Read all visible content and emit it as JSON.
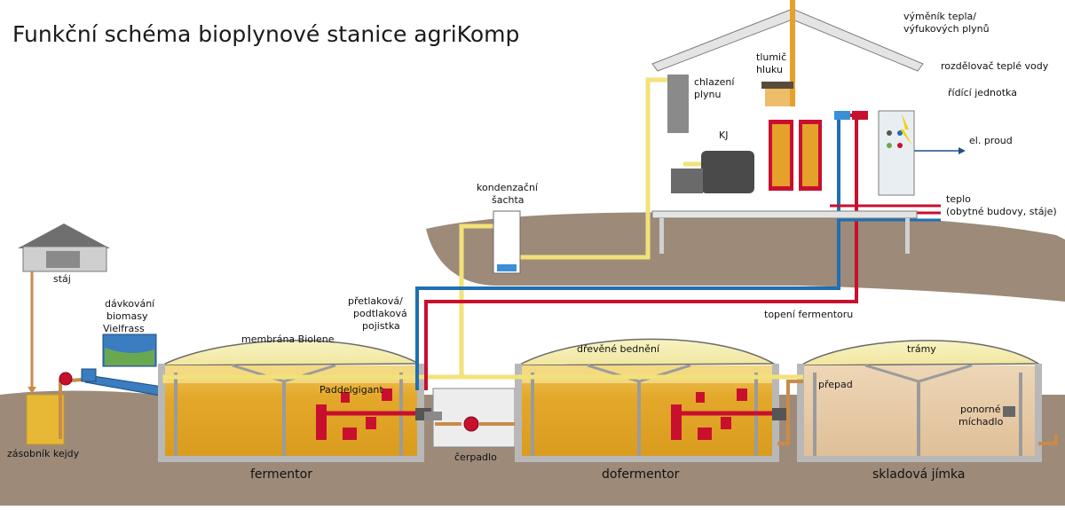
{
  "title": "Funkční schéma bioplynové stanice agriKomp",
  "labels": {
    "staj": "stáj",
    "zasobnik": "zásobník kejdy",
    "davkovani": [
      "dávkování",
      "biomasy",
      "Vielfrass"
    ],
    "membrana": "membrána Biolene",
    "paddelgigant": "Paddelgigant",
    "pojistka": [
      "přetlaková/",
      "podtlaková",
      "pojistka"
    ],
    "kondenzacni": [
      "kondenzační",
      "šachta"
    ],
    "cerpadlo": "čerpadlo",
    "fermentor": "fermentor",
    "dofermentor": "dofermentor",
    "skladova": "skladová jímka",
    "drevene": "dřevěné bednění",
    "tramy": "trámy",
    "prepad": "přepad",
    "ponorne": [
      "ponorné",
      "míchadlo"
    ],
    "chlazeni": [
      "chlazení",
      "plynu"
    ],
    "tlumic": [
      "tlumič",
      "hluku"
    ],
    "kj": "KJ",
    "vymenik": [
      "výměník tepla/",
      "výfukových plynů"
    ],
    "rozdelovac": "rozdělovač teplé vody",
    "ridici": "řídící jednotka",
    "el_proud": "el. proud",
    "teplo": [
      "teplo",
      "(obytné budovy, stáje)"
    ],
    "topeni": "topení fermentoru"
  },
  "colors": {
    "gas_pipe": "#f2e27a",
    "hot_water": "#c8102e",
    "cold_water": "#1f6fb2",
    "substrate": "#e0a526",
    "dome": "#f6efb0",
    "ground": "#9b8878",
    "storage": "#e7c9a6"
  }
}
